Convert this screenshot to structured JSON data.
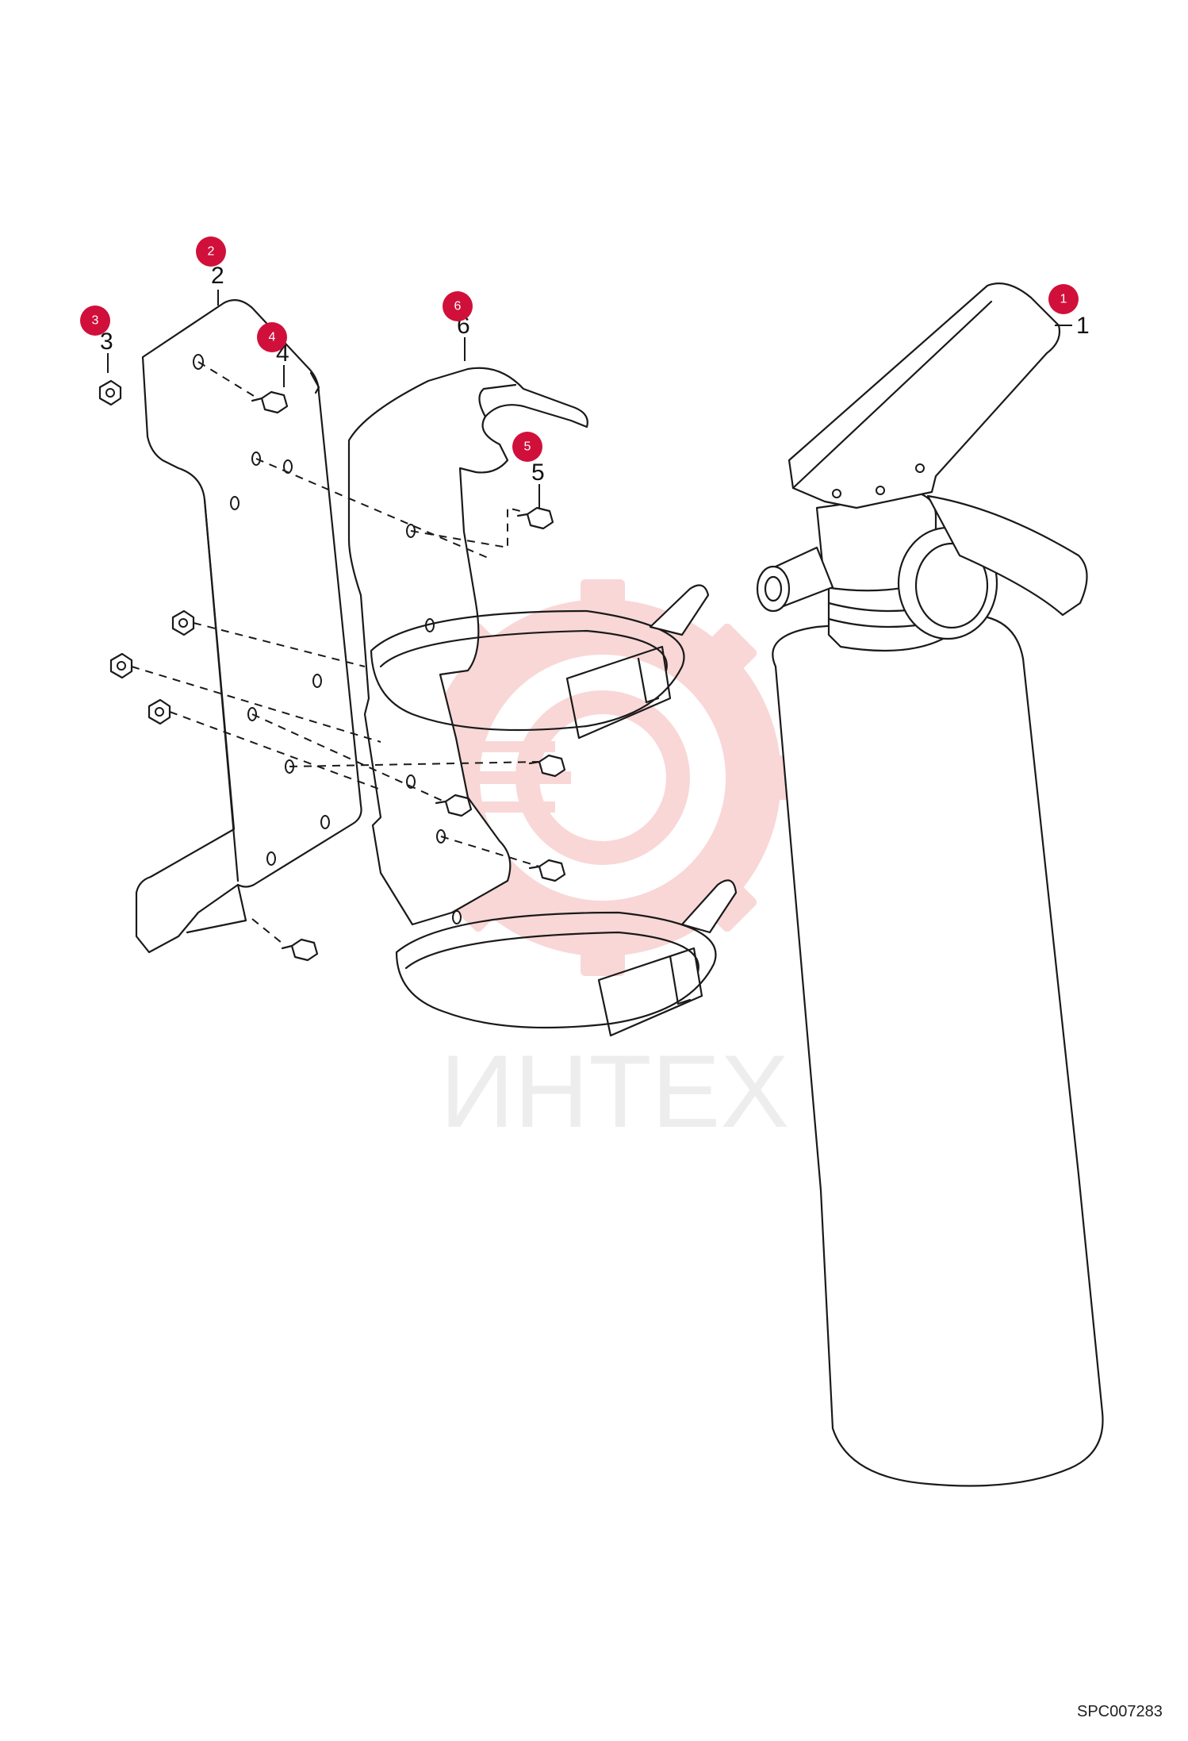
{
  "watermark": {
    "text": "ИНТЕХ",
    "logo_color": "#f2b4b4",
    "text_color": "#d4d4d4"
  },
  "callout_color": "#d0103a",
  "parts": [
    {
      "number": "1",
      "badge": "1",
      "name": "fire-extinguisher"
    },
    {
      "number": "2",
      "badge": "2",
      "name": "mounting-plate"
    },
    {
      "number": "3",
      "badge": "3",
      "name": "nut"
    },
    {
      "number": "4",
      "badge": "4",
      "name": "bolt"
    },
    {
      "number": "5",
      "badge": "5",
      "name": "bolt"
    },
    {
      "number": "6",
      "badge": "6",
      "name": "bracket-holder"
    }
  ],
  "drawing_code": "SPC007283"
}
